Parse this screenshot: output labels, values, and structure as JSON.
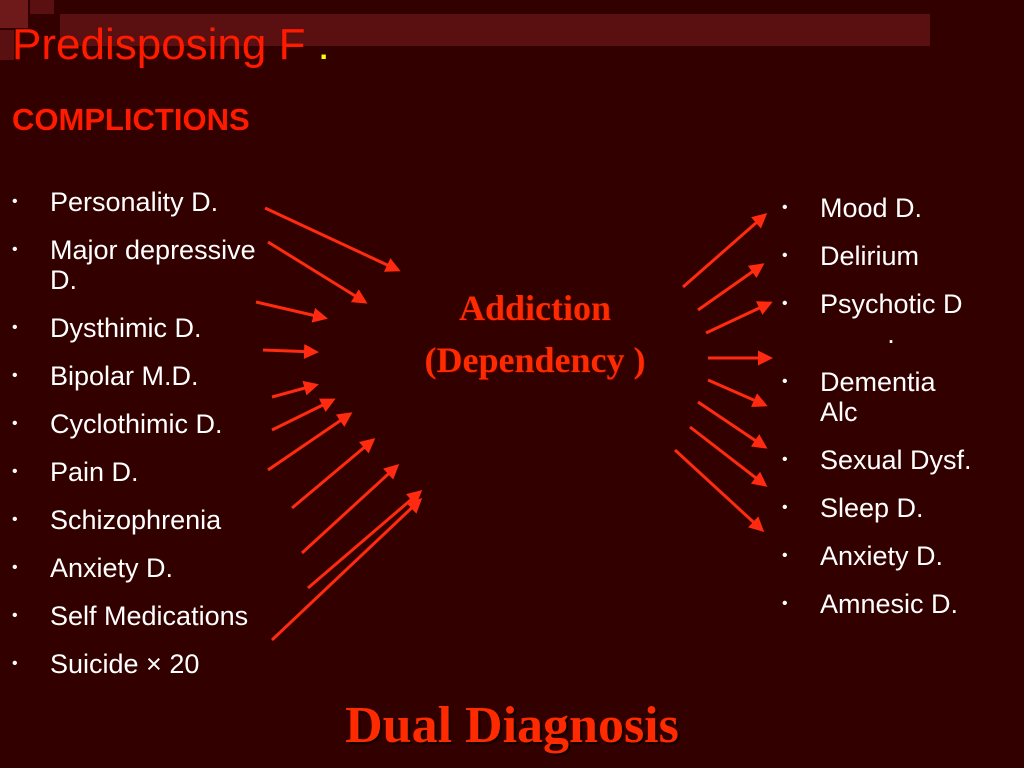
{
  "slide": {
    "title": "Predisposing  F",
    "title_dot": ".",
    "subtitle": "COMPLICTIONS",
    "center_line1": "Addiction",
    "center_line2": "(Dependency )",
    "footer": "Dual Diagnosis"
  },
  "left_items": [
    {
      "text": "Personality D."
    },
    {
      "text": "Major depressive",
      "cont": "D."
    },
    {
      "text": "Dysthimic D."
    },
    {
      "text": "Bipolar M.D."
    },
    {
      "text": "Cyclothimic D."
    },
    {
      "text": "Pain D."
    },
    {
      "text": "Schizophrenia"
    },
    {
      "text": "Anxiety D."
    },
    {
      "text": "Self Medications"
    },
    {
      "text": "Suicide × 20"
    }
  ],
  "right_items": [
    {
      "text": "Mood D."
    },
    {
      "text": "Delirium"
    },
    {
      "text": "Psychotic D",
      "cont": "."
    },
    {
      "text": "Dementia",
      "cont": "Alc"
    },
    {
      "text": "Sexual Dysf."
    },
    {
      "text": "Sleep D."
    },
    {
      "text": "Anxiety D."
    },
    {
      "text": "Amnesic D."
    }
  ],
  "colors": {
    "background": "#330000",
    "accent": "#ff1a00",
    "arrow": "#ff2a10",
    "text": "#ffffff"
  }
}
